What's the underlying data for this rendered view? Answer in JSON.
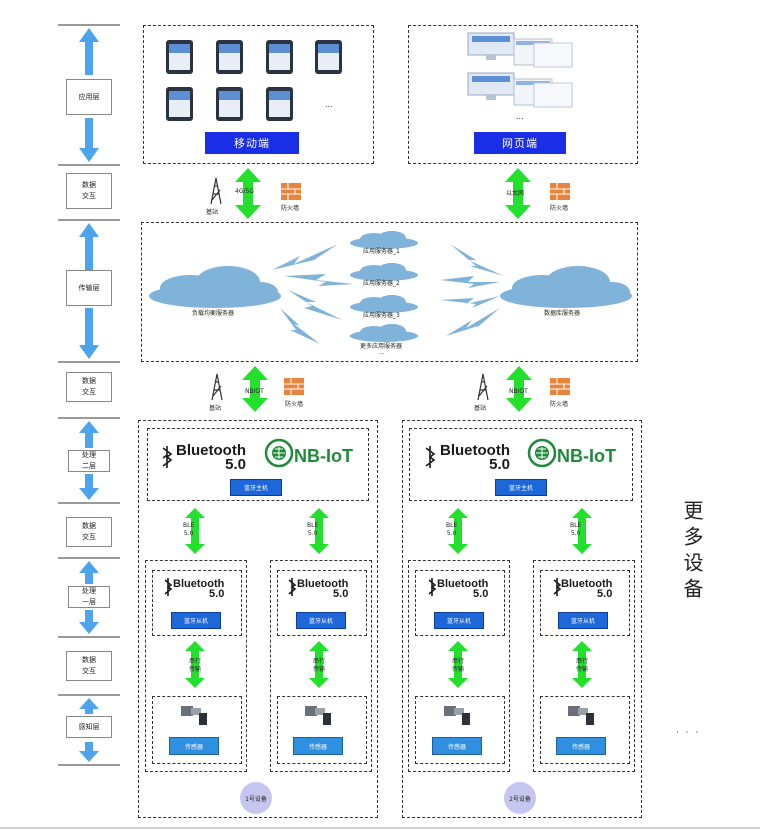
{
  "layers": {
    "application": "应用层",
    "exchange": "数据\n交互",
    "transport": "传输层",
    "process2": "处理\n二层",
    "process1": "处理\n一层",
    "sensing": "感知层"
  },
  "mobile": {
    "label": "移动端",
    "ellipsis": "..."
  },
  "web": {
    "label": "网页端",
    "ellipsis": "..."
  },
  "links": {
    "top_left": "4G/5G",
    "top_right": "以太网",
    "mid": "NBIOT",
    "ble": "BLE\n5.0",
    "serial": "串行\n传输"
  },
  "infra": {
    "base_station": "基站",
    "firewall": "防火墙"
  },
  "servers": {
    "load_balancer": "负载均衡服务器",
    "database": "数据库服务器",
    "app1": "应用服务器_1",
    "app2": "应用服务器_2",
    "app3": "应用服务器_3",
    "more": "更多应用服务器",
    "ellipsis": "..."
  },
  "device": {
    "bt_brand": "Bluetooth",
    "bt_version": "5.0",
    "nb_brand": "NB-IoT",
    "master": "蓝牙主机",
    "slave": "蓝牙从机",
    "sensor": "传感器",
    "device1": "1号设备",
    "device2": "2号设备"
  },
  "more_devices": "更多设备",
  "more_dots": "· · ·",
  "colors": {
    "arrow_blue": "#4da3ec",
    "arrow_green": "#22e02c",
    "firewall": "#e8843c",
    "cloud": "#7fb3d9"
  }
}
